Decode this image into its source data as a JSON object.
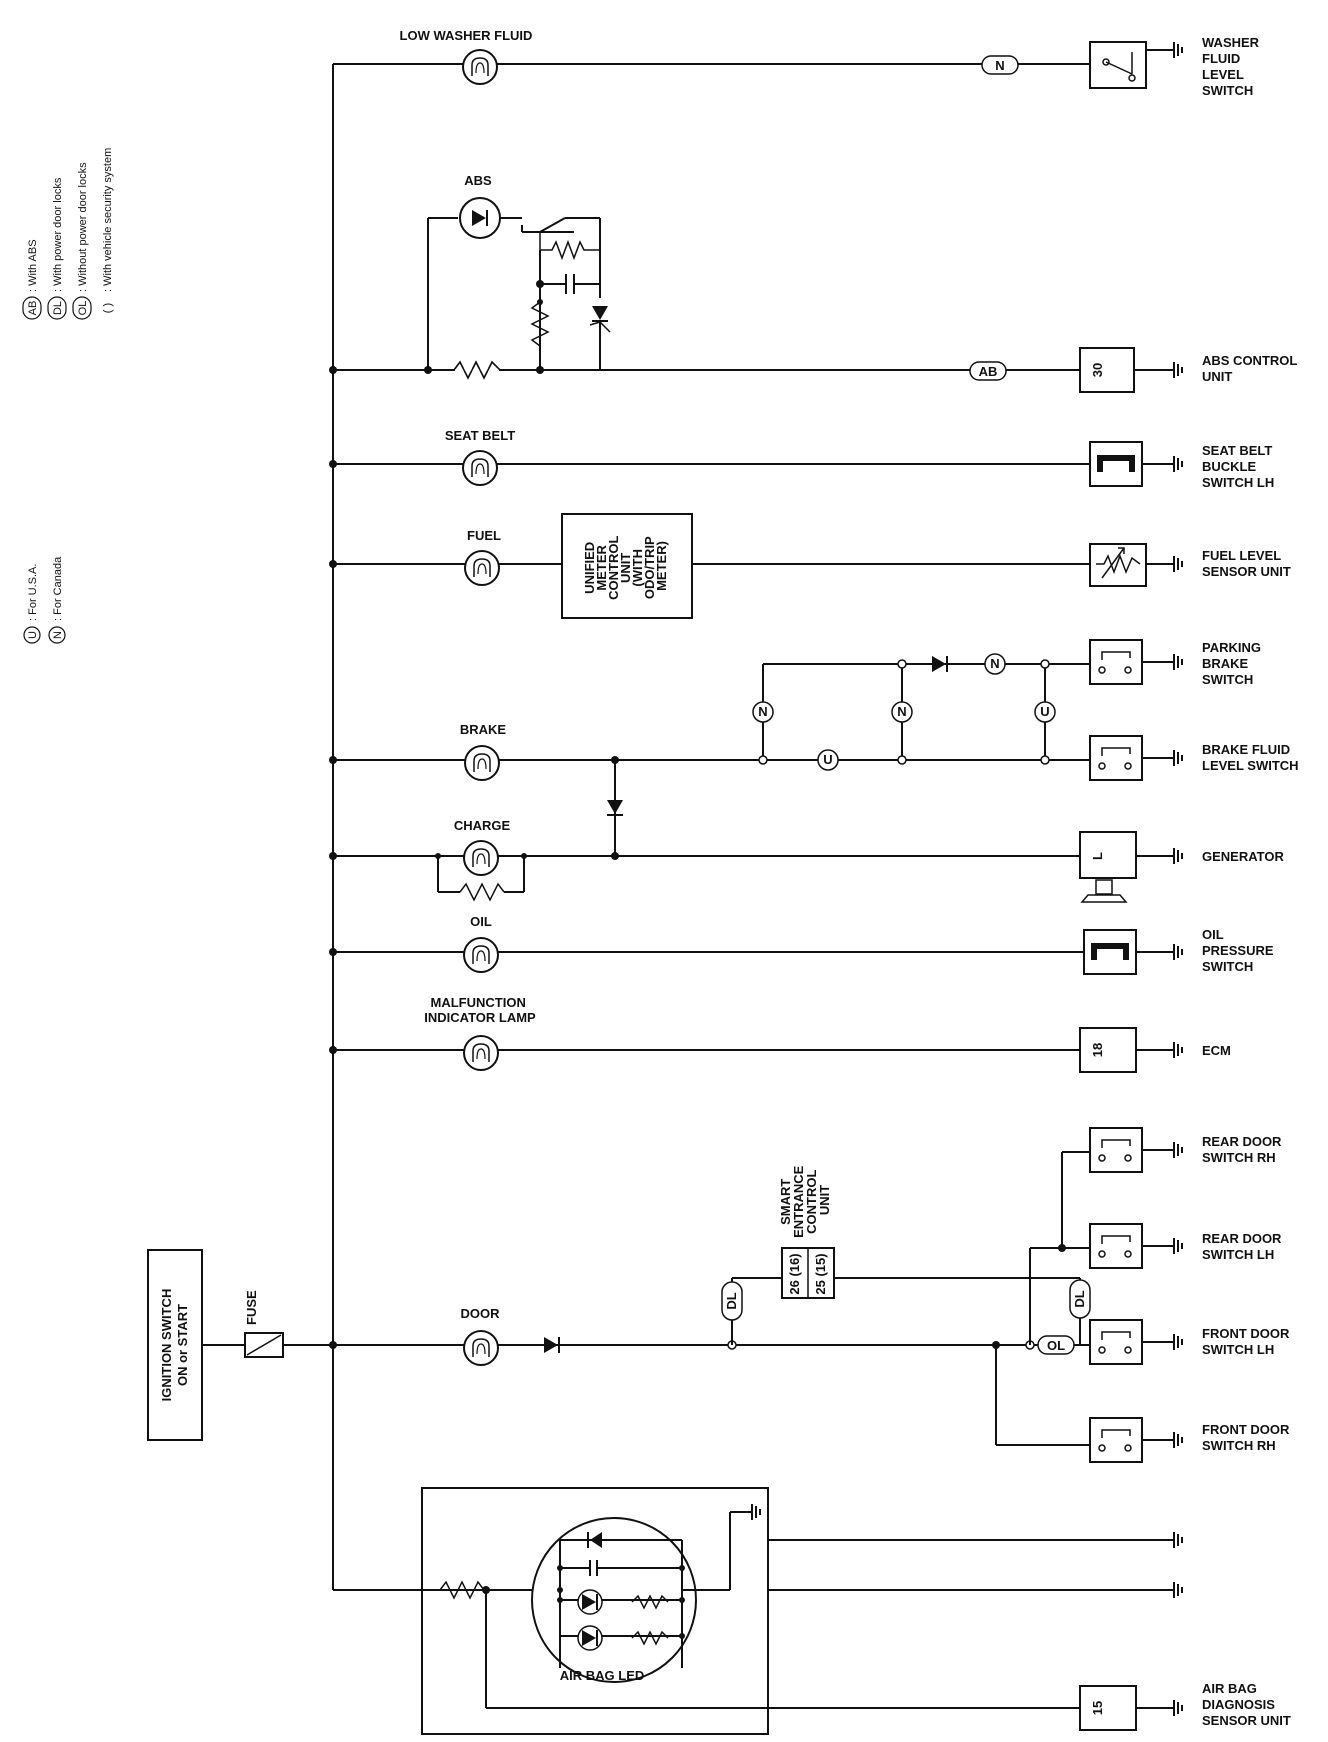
{
  "legend": {
    "options": [
      {
        "symbol": "AB",
        "text": ": With ABS"
      },
      {
        "symbol": "DL",
        "text": ": With power door locks"
      },
      {
        "symbol": "OL",
        "text": ": Without power door locks"
      },
      {
        "symbol": "(  )",
        "text": ": With vehicle security system"
      }
    ],
    "markets": [
      {
        "symbol": "U",
        "text": ": For U.S.A."
      },
      {
        "symbol": "N",
        "text": ": For Canada"
      }
    ]
  },
  "power": {
    "ignition": [
      "IGNITION SWITCH",
      "ON or START"
    ],
    "fuse": "FUSE"
  },
  "indicators": {
    "low_washer": "LOW WASHER FLUID",
    "abs": "ABS",
    "seat_belt": "SEAT BELT",
    "fuel": "FUEL",
    "brake": "BRAKE",
    "charge": "CHARGE",
    "oil": "OIL",
    "mil": [
      "MALFUNCTION",
      "INDICATOR LAMP"
    ],
    "door": "DOOR",
    "air_bag_led": "AIR BAG LED"
  },
  "units": {
    "unified_meter": [
      "UNIFIED",
      "METER",
      "CONTROL",
      "UNIT",
      "(WITH",
      "ODO/TRIP",
      "METER)"
    ],
    "smart_entrance": [
      "SMART",
      "ENTRANCE",
      "CONTROL",
      "UNIT"
    ],
    "smart_pins": [
      "26 (16)",
      "25 (15)"
    ]
  },
  "components": {
    "washer_switch": [
      "WASHER",
      "FLUID",
      "LEVEL",
      "SWITCH"
    ],
    "abs_unit": [
      "ABS CONTROL",
      "UNIT"
    ],
    "seat_belt_switch": [
      "SEAT BELT",
      "BUCKLE",
      "SWITCH LH"
    ],
    "fuel_sensor": [
      "FUEL LEVEL",
      "SENSOR UNIT"
    ],
    "parking_brake": [
      "PARKING",
      "BRAKE",
      "SWITCH"
    ],
    "brake_fluid": [
      "BRAKE FLUID",
      "LEVEL SWITCH"
    ],
    "generator": "GENERATOR",
    "oil_pressure": [
      "OIL",
      "PRESSURE",
      "SWITCH"
    ],
    "ecm": "ECM",
    "rear_door_rh": [
      "REAR DOOR",
      "SWITCH RH"
    ],
    "rear_door_lh": [
      "REAR DOOR",
      "SWITCH LH"
    ],
    "front_door_lh": [
      "FRONT DOOR",
      "SWITCH LH"
    ],
    "front_door_rh": [
      "FRONT DOOR",
      "SWITCH RH"
    ],
    "air_bag_unit": [
      "AIR BAG",
      "DIAGNOSIS",
      "SENSOR UNIT"
    ]
  },
  "terminals": {
    "abs": "30",
    "ecm": "18",
    "air_bag": "15",
    "generator": "L"
  },
  "tags": {
    "N": "N",
    "U": "U",
    "AB": "AB",
    "DL": "DL",
    "OL": "OL"
  }
}
